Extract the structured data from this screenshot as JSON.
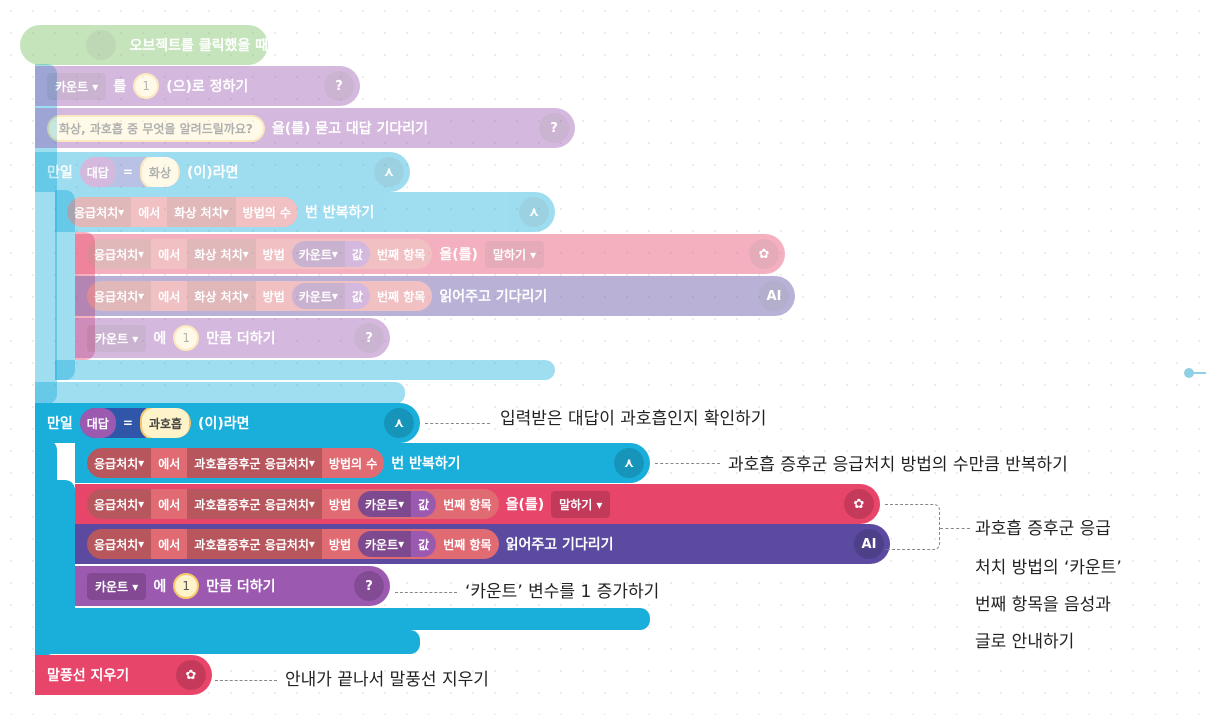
{
  "colors": {
    "event": "#77c05f",
    "variable": "#9c59b0",
    "flow": "#1aaedb",
    "listRed": "#c73b4c",
    "sound": "#e8456a",
    "ai": "#5b4aa0"
  },
  "blocks": [
    {
      "id": "hat",
      "name": "when-object-clicked-block",
      "color": "#77c05f",
      "faded": true,
      "segs": [
        {
          "t": "icon",
          "icon": "mouse-icon",
          "text": ""
        },
        {
          "t": "lbl",
          "text": "오브젝트를 클릭했을 때"
        }
      ]
    },
    {
      "id": "set",
      "name": "set-variable-block",
      "color": "#9c59b0",
      "faded": true,
      "segs": [
        {
          "t": "dd",
          "text": "카운트"
        },
        {
          "t": "lbl",
          "text": "를"
        },
        {
          "t": "num",
          "text": "1"
        },
        {
          "t": "lbl",
          "text": "(으)로 정하기"
        },
        {
          "t": "icon",
          "icon": "question-icon",
          "text": "?"
        }
      ]
    },
    {
      "id": "ask",
      "name": "ask-and-wait-block",
      "color": "#9c59b0",
      "faded": true,
      "segs": [
        {
          "t": "str",
          "text": "화상, 과호흡 중 무엇을 알려드릴까요?"
        },
        {
          "t": "lbl",
          "text": "을(를) 묻고 대답 기다리기"
        },
        {
          "t": "icon",
          "icon": "question-icon",
          "text": "?"
        }
      ]
    },
    {
      "id": "if1",
      "name": "if-block",
      "color": "#1aaedb",
      "faded": true,
      "segs": [
        {
          "t": "lbl",
          "text": "만일"
        },
        {
          "t": "grp",
          "color": "#5b6fc0",
          "items": [
            {
              "t": "pill",
              "color": "#9c59b0",
              "text": "대답"
            },
            {
              "t": "lbl",
              "text": "="
            },
            {
              "t": "str",
              "text": "화상"
            }
          ]
        },
        {
          "t": "lbl",
          "text": "(이)라면"
        },
        {
          "t": "icon",
          "icon": "branch-icon",
          "text": "⋏"
        }
      ]
    },
    {
      "id": "rep1",
      "name": "repeat-block",
      "color": "#1aaedb",
      "faded": true,
      "segs": [
        {
          "t": "grp",
          "color": "#e06b72",
          "items": [
            {
              "t": "dd",
              "text": "응급처치"
            },
            {
              "t": "lbl",
              "text": "에서"
            },
            {
              "t": "dd",
              "text": "화상 처치"
            },
            {
              "t": "lbl",
              "text": "방법의 수"
            }
          ]
        },
        {
          "t": "lbl",
          "text": "번 반복하기"
        },
        {
          "t": "icon",
          "icon": "branch-icon",
          "text": "⋏"
        }
      ]
    },
    {
      "id": "speak1",
      "name": "speak-block",
      "color": "#e8456a",
      "faded": true,
      "segs": [
        {
          "t": "grp",
          "color": "#e06b72",
          "items": [
            {
              "t": "dd",
              "text": "응급처치"
            },
            {
              "t": "lbl",
              "text": "에서"
            },
            {
              "t": "dd",
              "text": "화상 처치"
            },
            {
              "t": "lbl",
              "text": "방법"
            },
            {
              "t": "sub",
              "color": "#9c59b0",
              "items": [
                {
                  "t": "dd",
                  "text": "카운트"
                },
                {
                  "t": "lbl",
                  "text": "값"
                }
              ]
            },
            {
              "t": "lbl",
              "text": "번째 항목"
            }
          ]
        },
        {
          "t": "lbl",
          "text": "을(를)"
        },
        {
          "t": "dd",
          "text": "말하기"
        },
        {
          "t": "icon",
          "icon": "looks-icon",
          "text": "✿"
        }
      ]
    },
    {
      "id": "read1",
      "name": "read-aloud-block",
      "color": "#5b4aa0",
      "faded": true,
      "segs": [
        {
          "t": "grp",
          "color": "#e06b72",
          "items": [
            {
              "t": "dd",
              "text": "응급처치"
            },
            {
              "t": "lbl",
              "text": "에서"
            },
            {
              "t": "dd",
              "text": "화상 처치"
            },
            {
              "t": "lbl",
              "text": "방법"
            },
            {
              "t": "sub",
              "color": "#9c59b0",
              "items": [
                {
                  "t": "dd",
                  "text": "카운트"
                },
                {
                  "t": "lbl",
                  "text": "값"
                }
              ]
            },
            {
              "t": "lbl",
              "text": "번째 항목"
            }
          ]
        },
        {
          "t": "lbl",
          "text": "읽어주고 기다리기"
        },
        {
          "t": "icon",
          "icon": "ai-icon",
          "text": "AI"
        }
      ]
    },
    {
      "id": "add1",
      "name": "change-variable-block",
      "color": "#9c59b0",
      "faded": true,
      "segs": [
        {
          "t": "dd",
          "text": "카운트"
        },
        {
          "t": "lbl",
          "text": "에"
        },
        {
          "t": "num",
          "text": "1"
        },
        {
          "t": "lbl",
          "text": "만큼 더하기"
        },
        {
          "t": "icon",
          "icon": "question-icon",
          "text": "?"
        }
      ]
    },
    {
      "id": "if2",
      "name": "if-block",
      "color": "#1aaedb",
      "faded": false,
      "segs": [
        {
          "t": "lbl",
          "text": "만일"
        },
        {
          "t": "grp",
          "color": "#2f56a8",
          "items": [
            {
              "t": "pill",
              "color": "#9c59b0",
              "text": "대답"
            },
            {
              "t": "lbl",
              "text": "="
            },
            {
              "t": "str",
              "text": "과호흡"
            }
          ]
        },
        {
          "t": "lbl",
          "text": "(이)라면"
        },
        {
          "t": "icon",
          "icon": "branch-icon",
          "text": "⋏"
        }
      ]
    },
    {
      "id": "rep2",
      "name": "repeat-block",
      "color": "#1aaedb",
      "faded": false,
      "segs": [
        {
          "t": "grp",
          "color": "#e06b72",
          "items": [
            {
              "t": "dd",
              "text": "응급처치"
            },
            {
              "t": "lbl",
              "text": "에서"
            },
            {
              "t": "dd",
              "text": "과호흡증후군 응급처치"
            },
            {
              "t": "lbl",
              "text": "방법의 수"
            }
          ]
        },
        {
          "t": "lbl",
          "text": "번 반복하기"
        },
        {
          "t": "icon",
          "icon": "branch-icon",
          "text": "⋏"
        }
      ]
    },
    {
      "id": "speak2",
      "name": "speak-block",
      "color": "#e8456a",
      "faded": false,
      "segs": [
        {
          "t": "grp",
          "color": "#e06b72",
          "items": [
            {
              "t": "dd",
              "text": "응급처치"
            },
            {
              "t": "lbl",
              "text": "에서"
            },
            {
              "t": "dd",
              "text": "과호흡증후군 응급처치"
            },
            {
              "t": "lbl",
              "text": "방법"
            },
            {
              "t": "sub",
              "color": "#9c59b0",
              "items": [
                {
                  "t": "dd",
                  "text": "카운트"
                },
                {
                  "t": "lbl",
                  "text": "값"
                }
              ]
            },
            {
              "t": "lbl",
              "text": "번째 항목"
            }
          ]
        },
        {
          "t": "lbl",
          "text": "을(를)"
        },
        {
          "t": "dd",
          "text": "말하기"
        },
        {
          "t": "icon",
          "icon": "looks-icon",
          "text": "✿"
        }
      ]
    },
    {
      "id": "read2",
      "name": "read-aloud-block",
      "color": "#5b4aa0",
      "faded": false,
      "segs": [
        {
          "t": "grp",
          "color": "#e06b72",
          "items": [
            {
              "t": "dd",
              "text": "응급처치"
            },
            {
              "t": "lbl",
              "text": "에서"
            },
            {
              "t": "dd",
              "text": "과호흡증후군 응급처치"
            },
            {
              "t": "lbl",
              "text": "방법"
            },
            {
              "t": "sub",
              "color": "#9c59b0",
              "items": [
                {
                  "t": "dd",
                  "text": "카운트"
                },
                {
                  "t": "lbl",
                  "text": "값"
                }
              ]
            },
            {
              "t": "lbl",
              "text": "번째 항목"
            }
          ]
        },
        {
          "t": "lbl",
          "text": "읽어주고 기다리기"
        },
        {
          "t": "icon",
          "icon": "ai-icon",
          "text": "AI"
        }
      ]
    },
    {
      "id": "add2",
      "name": "change-variable-block",
      "color": "#9c59b0",
      "faded": false,
      "segs": [
        {
          "t": "dd",
          "text": "카운트"
        },
        {
          "t": "lbl",
          "text": "에"
        },
        {
          "t": "num",
          "text": "1"
        },
        {
          "t": "lbl",
          "text": "만큼 더하기"
        },
        {
          "t": "icon",
          "icon": "question-icon",
          "text": "?"
        }
      ]
    },
    {
      "id": "erase",
      "name": "remove-speech-bubble-block",
      "color": "#e8456a",
      "faded": false,
      "segs": [
        {
          "t": "lbl",
          "text": "말풍선 지우기"
        },
        {
          "t": "icon",
          "icon": "looks-icon",
          "text": "✿"
        }
      ]
    }
  ],
  "annotations": [
    {
      "id": "a1",
      "text": "입력받은 대답이 과호흡인지 확인하기"
    },
    {
      "id": "a2",
      "text": "과호흡 증후군 응급처치 방법의 수만큼 반복하기"
    },
    {
      "id": "a3",
      "text": "과호흡  증후군  응급"
    },
    {
      "id": "a3b",
      "text": "처치  방법의 ‘카운트’"
    },
    {
      "id": "a3c",
      "text": "번째  항목을  음성과"
    },
    {
      "id": "a3d",
      "text": "글로 안내하기"
    },
    {
      "id": "a4",
      "text": "‘카운트’ 변수를 1 증가하기"
    },
    {
      "id": "a5",
      "text": "안내가 끝나서 말풍선 지우기"
    }
  ]
}
